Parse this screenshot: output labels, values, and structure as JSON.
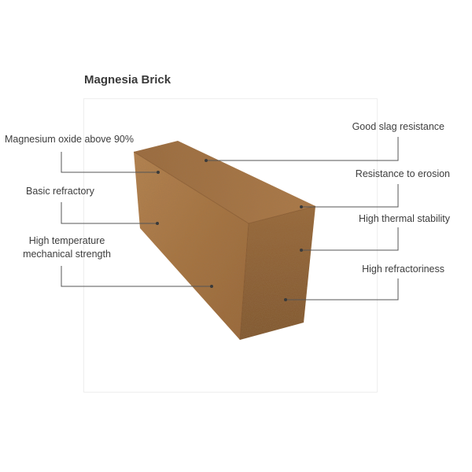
{
  "title": "Magnesia Brick",
  "labels": {
    "magnesium_oxide": "Magnesium oxide above 90%",
    "basic_refractory": "Basic refractory",
    "high_temp_line1": "High temperature",
    "high_temp_line2": "mechanical strength",
    "good_slag": "Good slag resistance",
    "erosion": "Resistance to erosion",
    "thermal_stability": "High thermal stability",
    "refractoriness": "High refractoriness"
  },
  "colors": {
    "brick_front": "#b07a48",
    "brick_top": "#a06e40",
    "brick_side": "#8e5f35",
    "leader_line": "#555555"
  }
}
